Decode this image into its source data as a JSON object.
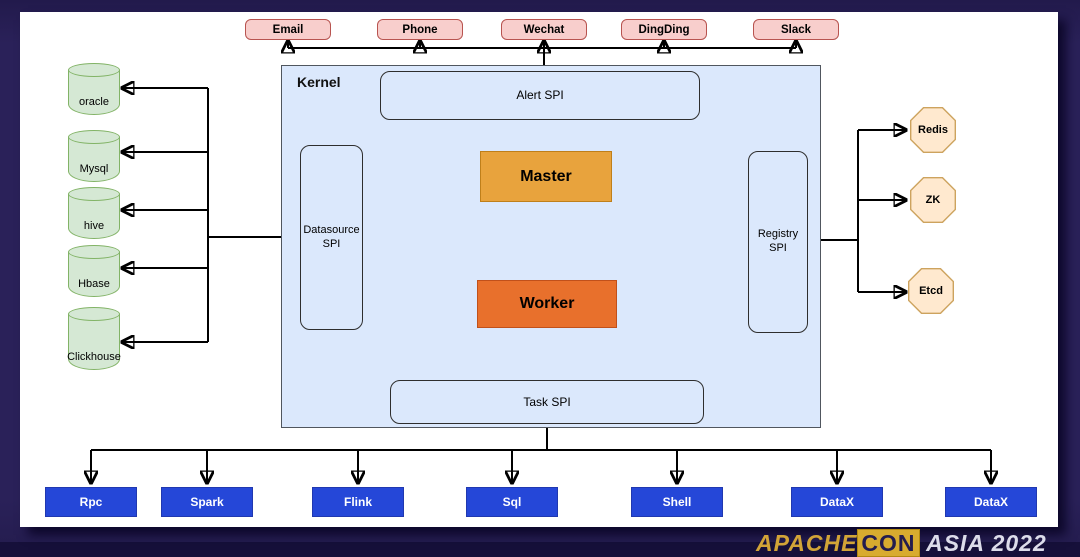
{
  "diagram": {
    "kernel": {
      "title": "Kernel",
      "alert_spi": "Alert SPI",
      "datasource_spi": "Datasource SPI",
      "registry_spi": "Registry SPI",
      "task_spi": "Task SPI",
      "master": "Master",
      "worker": "Worker"
    },
    "alert_channels": [
      "Email",
      "Phone",
      "Wechat",
      "DingDing",
      "Slack"
    ],
    "datasources": [
      "oracle",
      "Mysql",
      "hive",
      "Hbase",
      "Clickhouse"
    ],
    "registries": [
      "Redis",
      "ZK",
      "Etcd"
    ],
    "task_plugins": [
      "Rpc",
      "Spark",
      "Flink",
      "Sql",
      "Shell",
      "DataX",
      "DataX"
    ]
  },
  "footer": {
    "text_prefix": "APACHE",
    "text_highlight": "CON",
    "text_suffix": " ASIA 2022"
  },
  "colors": {
    "page_background": "#2a2159",
    "canvas_background": "#ffffff",
    "kernel_fill": "#dbe8fc",
    "alert_channel_fill": "#f8cecc",
    "alert_channel_stroke": "#b85450",
    "datasource_fill": "#d5e8d4",
    "datasource_stroke": "#82b366",
    "registry_fill": "#ffe9cf",
    "registry_stroke": "#cda35e",
    "master_fill": "#e8a33d",
    "worker_fill": "#e8702c",
    "task_fill": "#2547d8",
    "connector": "#000000"
  }
}
